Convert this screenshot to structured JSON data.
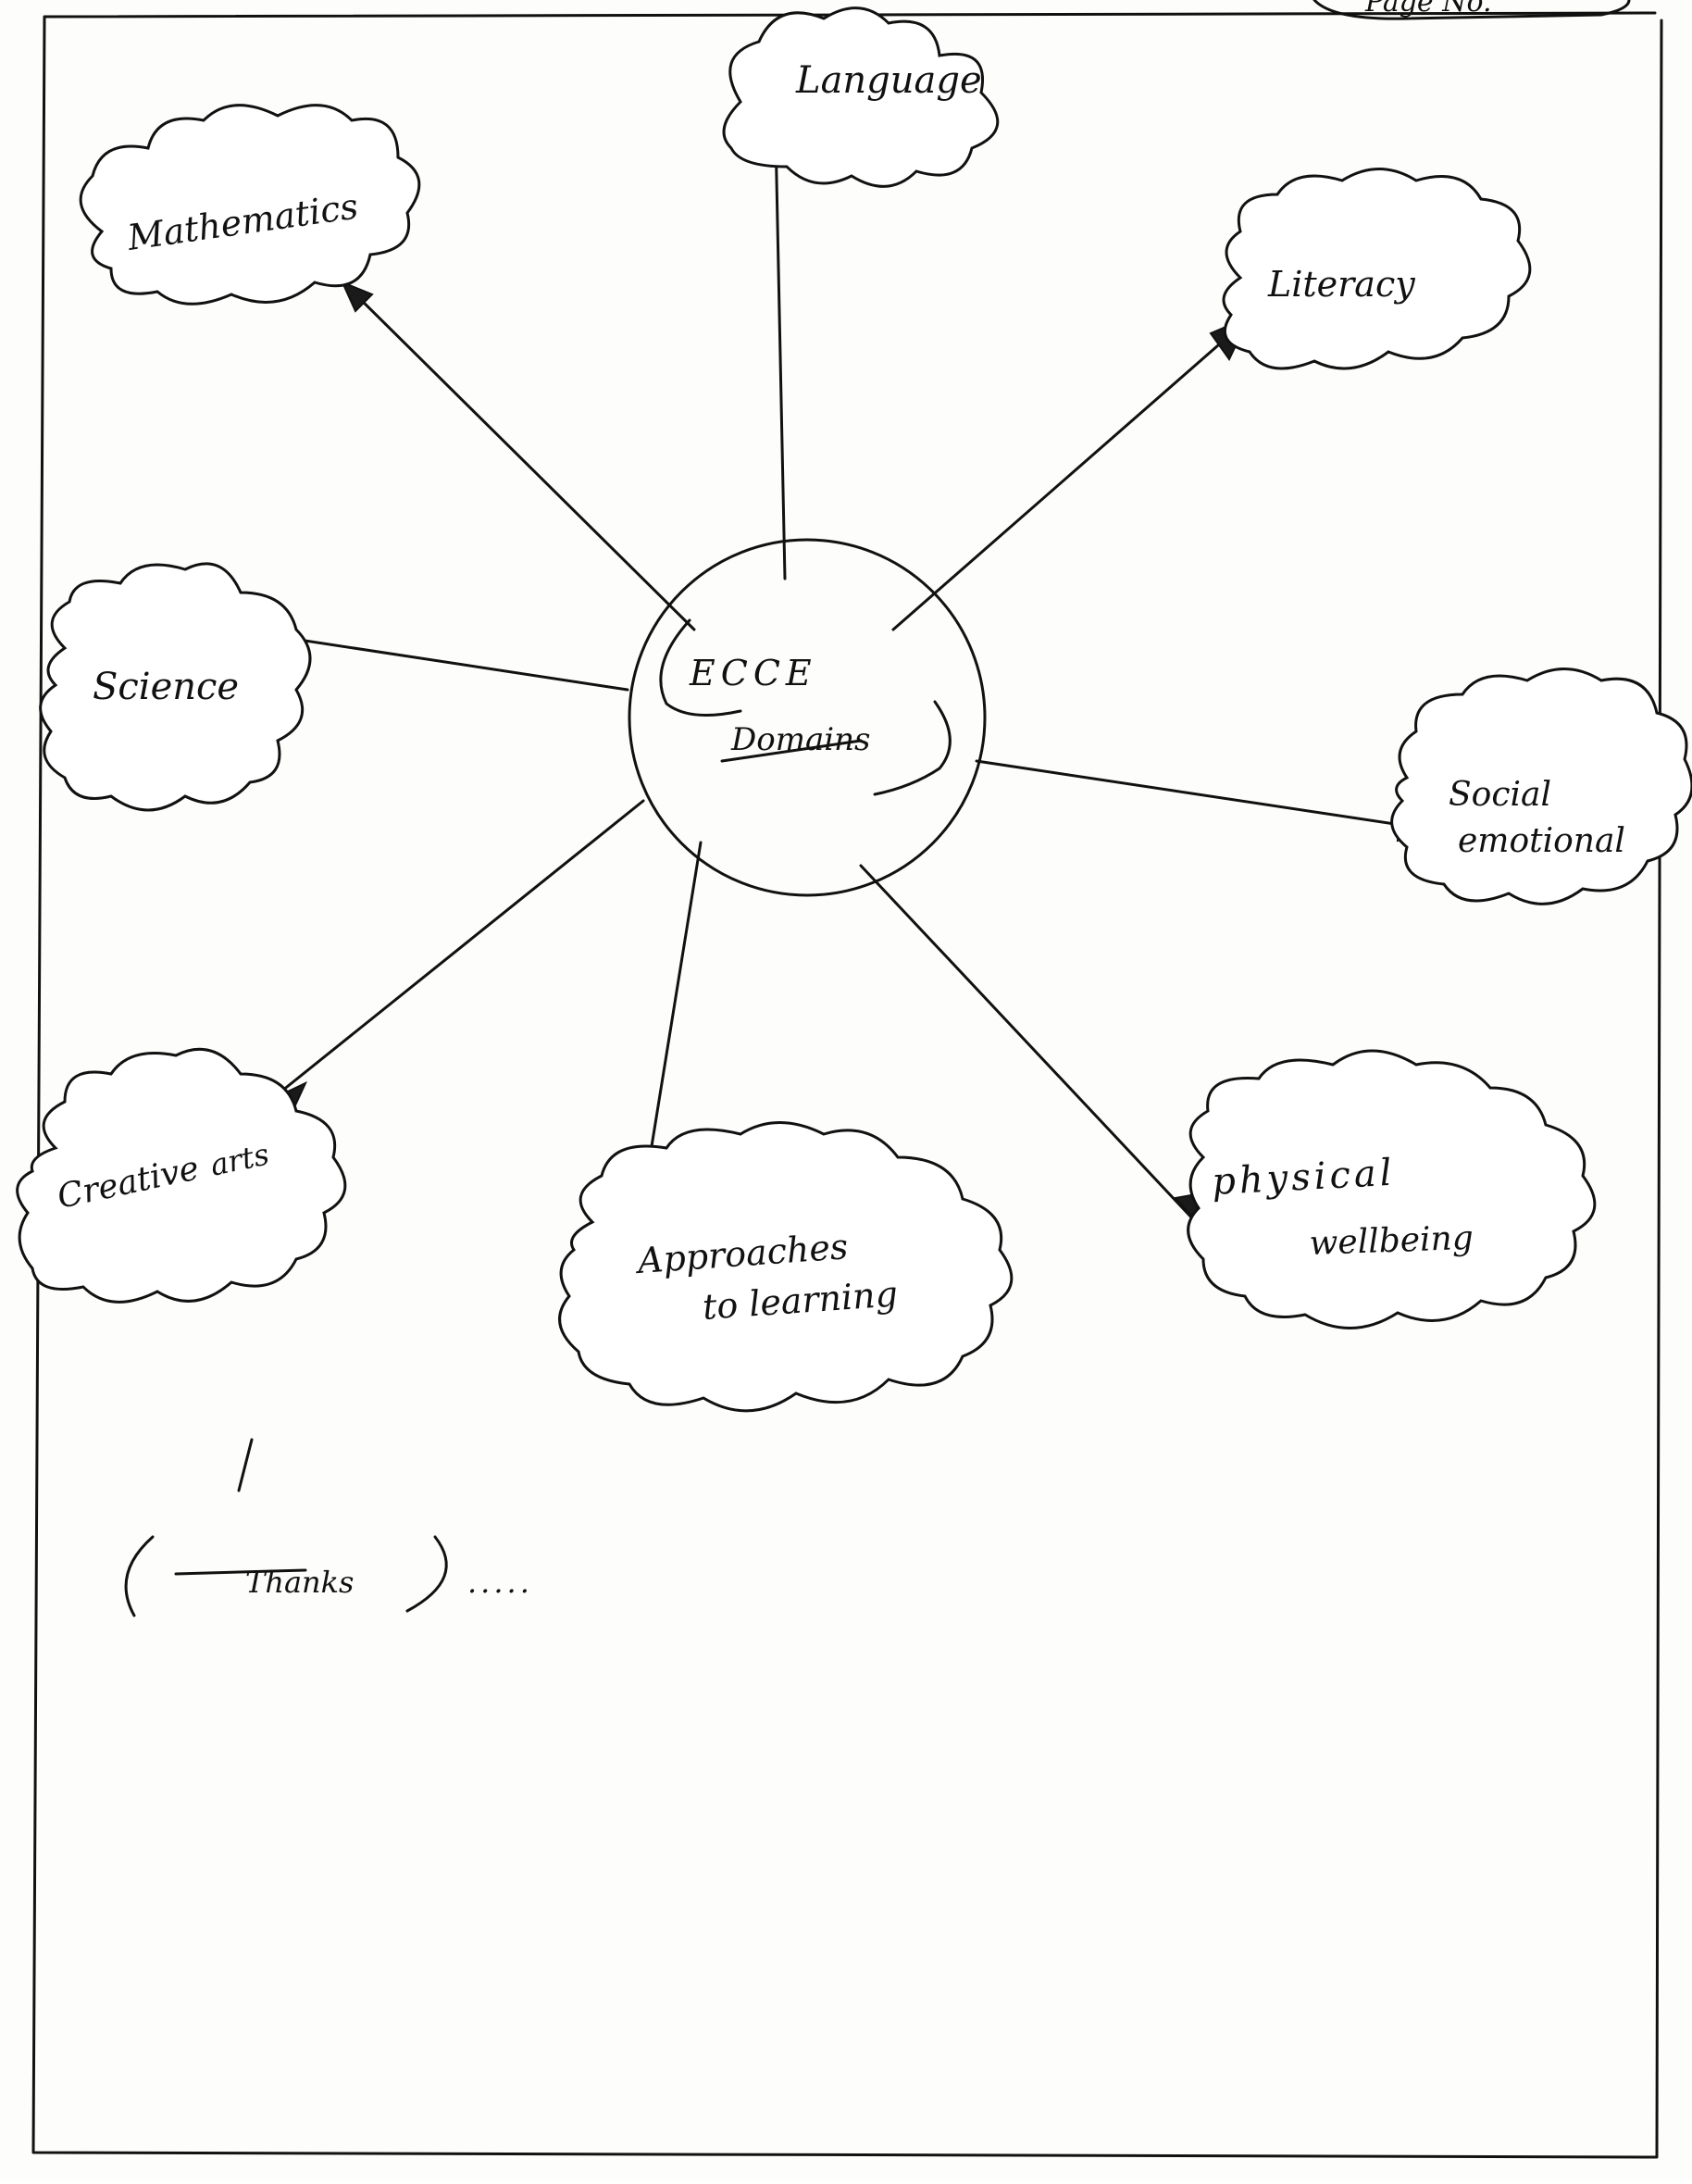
{
  "page_header": "Page No.",
  "center": {
    "line1": "ECCE",
    "line2": "Domains"
  },
  "domains": [
    {
      "id": "language",
      "label": "Language"
    },
    {
      "id": "mathematics",
      "label": "Mathematics"
    },
    {
      "id": "literacy",
      "label": "Literacy"
    },
    {
      "id": "science",
      "label": "Science"
    },
    {
      "id": "social-emotional",
      "label": "Social",
      "label2": "emotional"
    },
    {
      "id": "creative-arts",
      "label": "Creative",
      "label2": "arts"
    },
    {
      "id": "approaches",
      "label": "Approaches",
      "label2": "to learning"
    },
    {
      "id": "physical",
      "label": "physical",
      "label2": "wellbeing"
    }
  ],
  "closing": "Thanks",
  "closing_dots": ".....",
  "colors": {
    "ink": "#111111",
    "paper": "#fdfdfb"
  }
}
